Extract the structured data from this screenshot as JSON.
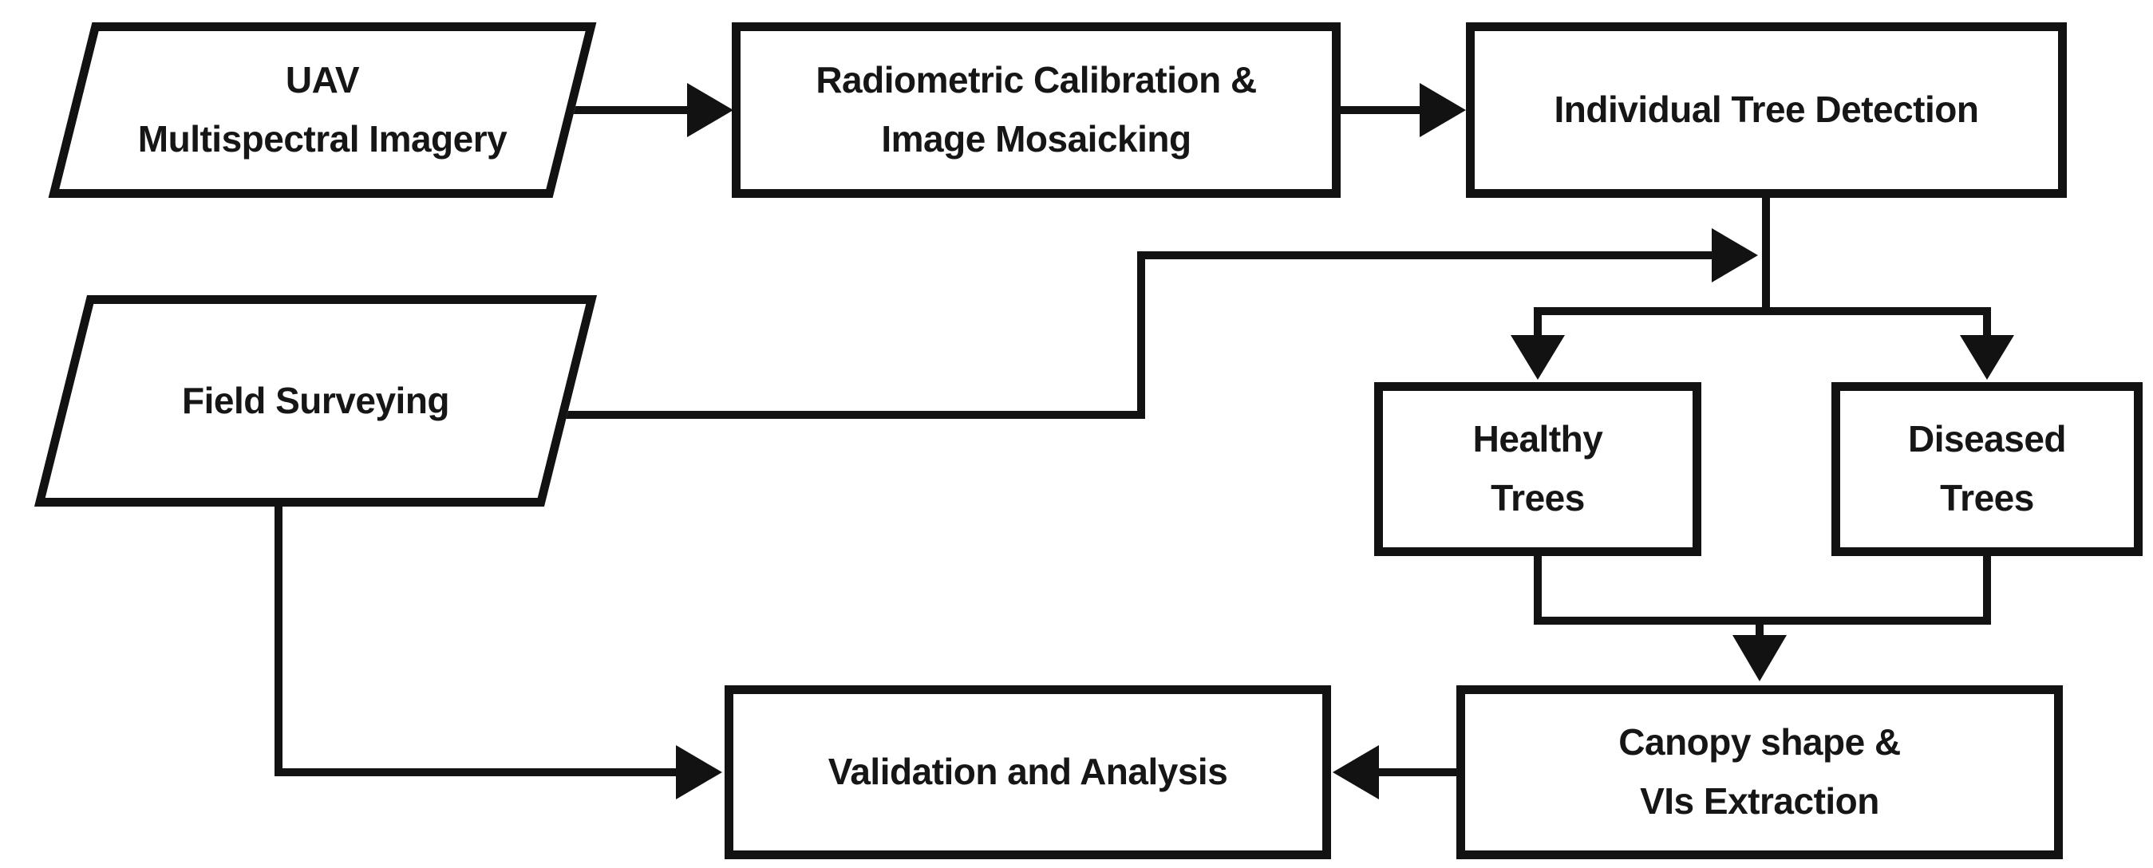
{
  "diagram": {
    "type": "flowchart",
    "colors": {
      "stroke": "#121212",
      "node_fill": "#ffffff",
      "background": "#ffffff",
      "text": "#161616"
    },
    "nodes": {
      "uav": {
        "shape": "parallelogram",
        "lines": [
          "UAV",
          "Multispectral Imagery"
        ]
      },
      "radiometric": {
        "shape": "rectangle",
        "lines": [
          "Radiometric Calibration &",
          "Image Mosaicking"
        ]
      },
      "itd": {
        "shape": "rectangle",
        "lines": [
          "Individual Tree Detection"
        ]
      },
      "field": {
        "shape": "parallelogram",
        "lines": [
          "Field Surveying"
        ]
      },
      "healthy": {
        "shape": "rectangle",
        "lines": [
          "Healthy",
          "Trees"
        ]
      },
      "diseased": {
        "shape": "rectangle",
        "lines": [
          "Diseased",
          "Trees"
        ]
      },
      "canopy": {
        "shape": "rectangle",
        "lines": [
          "Canopy shape &",
          "VIs Extraction"
        ]
      },
      "validation": {
        "shape": "rectangle",
        "lines": [
          "Validation and Analysis"
        ]
      }
    },
    "edges": [
      {
        "from": "uav",
        "to": "radiometric"
      },
      {
        "from": "radiometric",
        "to": "itd"
      },
      {
        "from": "itd",
        "to": "healthy"
      },
      {
        "from": "itd",
        "to": "diseased"
      },
      {
        "from": "field",
        "to": "itd-classification-junction"
      },
      {
        "from": "healthy",
        "to": "canopy"
      },
      {
        "from": "diseased",
        "to": "canopy"
      },
      {
        "from": "canopy",
        "to": "validation"
      },
      {
        "from": "field",
        "to": "validation"
      }
    ]
  }
}
